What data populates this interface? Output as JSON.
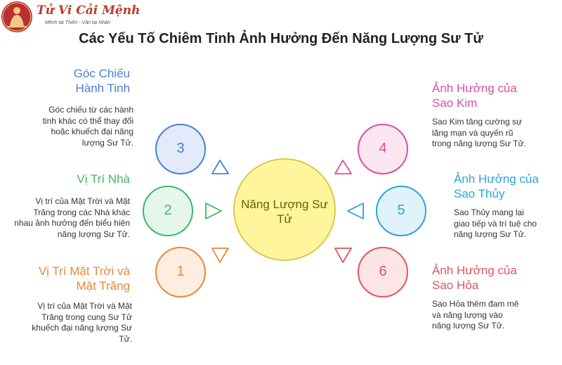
{
  "logo": {
    "name": "Tử Vi Cải Mệnh",
    "tagline": "Mệnh tại Thiên - Vận tại Nhân"
  },
  "title": "Các Yếu Tố Chiêm Tinh Ảnh Hưởng Đến Năng Lượng Sư Tử",
  "center": {
    "label": "Năng Lượng Sư Tử",
    "fill": "#fff59d",
    "stroke": "#d9c94a"
  },
  "factors": [
    {
      "number": "3",
      "heading": "Góc Chiếu Hành Tinh",
      "description": "Góc chiếu từ các hành tinh khác có thể thay đổi hoặc khuếch đại năng lượng Sư Tử.",
      "color": "#4a7fd9",
      "fill": "#e3ebfa"
    },
    {
      "number": "2",
      "heading": "Vị Trí Nhà",
      "description": "Vị trí của Mặt Trời và Mặt Trăng trong các Nhà khác nhau ảnh hưởng đến biểu hiện năng lượng Sư Tử.",
      "color": "#3eb867",
      "fill": "#e5f6ea"
    },
    {
      "number": "1",
      "heading": "Vị Trí Mặt Trời và Mặt Trăng",
      "description": "Vị trí của Mặt Trời và Mặt Trăng trong cung Sư Tử khuếch đại năng lượng Sư Tử.",
      "color": "#e8893a",
      "fill": "#fdeee0"
    },
    {
      "number": "4",
      "heading": "Ảnh Hưởng của Sao Kim",
      "description": "Sao Kim tăng cường sự lãng mạn và quyến rũ trong năng lượng Sư Tử.",
      "color": "#d94fa3",
      "fill": "#fbe6f2"
    },
    {
      "number": "5",
      "heading": "Ảnh Hưởng của Sao Thủy",
      "description": "Sao Thủy mang lại giao tiếp và trí tuệ cho năng lượng Sư Tử.",
      "color": "#2aa6d6",
      "fill": "#e1f3fa"
    },
    {
      "number": "6",
      "heading": "Ảnh Hưởng của Sao Hỏa",
      "description": "Sao Hỏa thêm đam mê và năng lượng vào năng lượng Sư Tử.",
      "color": "#e05561",
      "fill": "#fbe5e7"
    }
  ]
}
